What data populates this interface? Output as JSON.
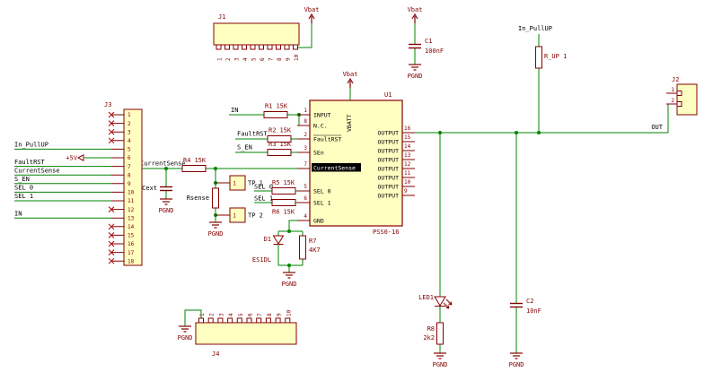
{
  "components": {
    "u1": {
      "ref": "U1",
      "value": "PSS0-16",
      "top_pin_name": "VBATT",
      "left_pins": [
        {
          "num": "1",
          "name": "INPUT"
        },
        {
          "num": "8",
          "name": "N.C."
        },
        {
          "num": "2",
          "name": "FaultRST"
        },
        {
          "num": "3",
          "name": "SEn"
        },
        {
          "num": "7",
          "name": "CurrentSense"
        },
        {
          "num": "5",
          "name": "SEL 0"
        },
        {
          "num": "6",
          "name": "SEL 1"
        },
        {
          "num": "4",
          "name": "GND"
        }
      ],
      "right_pins": [
        {
          "num": "16",
          "name": "OUTPUT"
        },
        {
          "num": "15",
          "name": "OUTPUT"
        },
        {
          "num": "14",
          "name": "OUTPUT"
        },
        {
          "num": "13",
          "name": "OUTPUT"
        },
        {
          "num": "12",
          "name": "OUTPUT"
        },
        {
          "num": "11",
          "name": "OUTPUT"
        },
        {
          "num": "10",
          "name": "OUTPUT"
        },
        {
          "num": "9",
          "name": "OUTPUT"
        }
      ],
      "highlighted_pin": "CurrentSense"
    },
    "j1": {
      "ref": "J1",
      "pins": [
        "1",
        "2",
        "3",
        "4",
        "5",
        "6",
        "7",
        "8",
        "9",
        "10"
      ]
    },
    "j2": {
      "ref": "J2",
      "pins": [
        "1",
        "2"
      ]
    },
    "j3": {
      "ref": "J3",
      "pins": [
        "1",
        "2",
        "3",
        "4",
        "5",
        "6",
        "7",
        "8",
        "9",
        "10",
        "11",
        "12",
        "13",
        "14",
        "15",
        "16",
        "17",
        "18"
      ]
    },
    "j4": {
      "ref": "J4",
      "pins": [
        "1",
        "2",
        "3",
        "4",
        "5",
        "6",
        "7",
        "8",
        "9",
        "10"
      ]
    },
    "r1": {
      "ref": "R1",
      "value": "15K"
    },
    "r2": {
      "ref": "R2",
      "value": "15K"
    },
    "r3": {
      "ref": "R3",
      "value": "15K"
    },
    "r4": {
      "ref": "R4",
      "value": "15K"
    },
    "r5": {
      "ref": "R5",
      "value": "15K"
    },
    "r6": {
      "ref": "R6",
      "value": "15K"
    },
    "r7": {
      "ref": "R7",
      "value": "4K7"
    },
    "r8": {
      "ref": "R8",
      "value": "2k2"
    },
    "r_up": {
      "ref": "R_UP 1"
    },
    "rsense": {
      "ref": "Rsense"
    },
    "c1": {
      "ref": "C1",
      "value": "100nF"
    },
    "c2": {
      "ref": "C2",
      "value": "10nF"
    },
    "cext": {
      "ref": "Cext"
    },
    "d1": {
      "ref": "D1",
      "value": "ES1DL"
    },
    "led1": {
      "ref": "LED1"
    },
    "tp1": {
      "ref": "TP 1",
      "pin": "1"
    },
    "tp2": {
      "ref": "TP 2",
      "pin": "1"
    }
  },
  "net_labels": {
    "in": "IN",
    "faultrst": "FaultRST",
    "s_en": "S_EN",
    "currentsense": "CurrentSense",
    "sel0": "SEL 0",
    "sel1": "SEL 1",
    "in_pullup": "In_PullUP",
    "out": "OUT"
  },
  "power": {
    "vbat": "Vbat",
    "pgnd": "PGND",
    "plus5v": "+5V"
  },
  "colors": {
    "wire": "#008400",
    "component": "#840000",
    "component_fill": "#ffffc2",
    "net_label": "#000000",
    "no_connect": "#b00000",
    "highlight_bg": "#000000",
    "highlight_text": "#ffffff",
    "background": "#ffffff"
  }
}
